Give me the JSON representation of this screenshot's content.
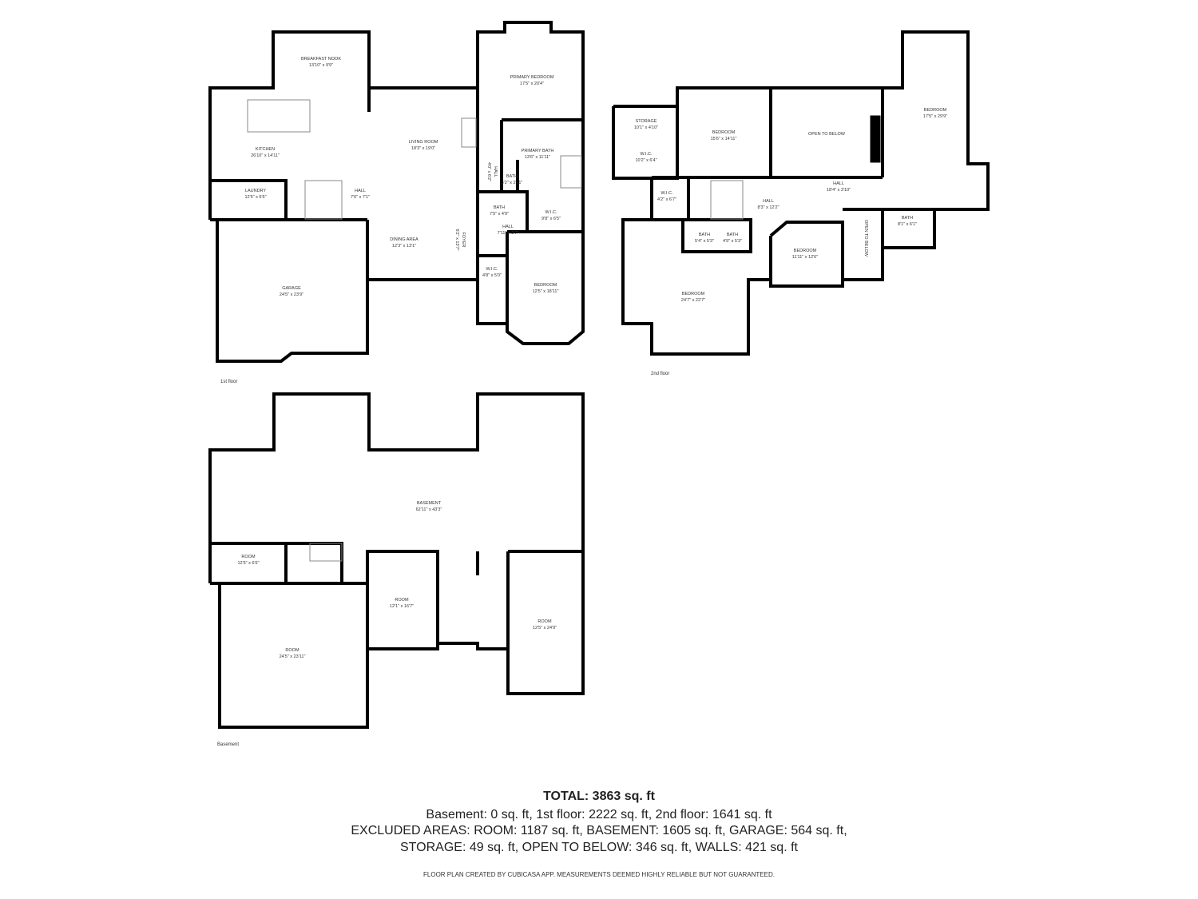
{
  "floors": [
    {
      "name": "1st floor",
      "rooms": [
        {
          "name": "BREAKFAST NOOK",
          "dims": "13'10\" x 9'9\""
        },
        {
          "name": "KITCHEN",
          "dims": "26'10\" x 14'11\""
        },
        {
          "name": "LAUNDRY",
          "dims": "12'5\" x 6'6\""
        },
        {
          "name": "HALL",
          "dims": "7'6\" x 7'1\""
        },
        {
          "name": "LIVING ROOM",
          "dims": "18'3\" x 19'0\""
        },
        {
          "name": "DINING AREA",
          "dims": "12'3\" x 13'1\""
        },
        {
          "name": "FOYER",
          "dims": "6'2\" x 13'7\""
        },
        {
          "name": "HALL",
          "dims": "4'0\" x 6'2\""
        },
        {
          "name": "PRIMARY BEDROOM",
          "dims": "17'5\" x 20'4\""
        },
        {
          "name": "PRIMARY BATH",
          "dims": "13'6\" x 11'11\""
        },
        {
          "name": "BATH",
          "dims": "3'2\" x 2'11\""
        },
        {
          "name": "BATH",
          "dims": "7'5\" x 4'9\""
        },
        {
          "name": "W.I.C.",
          "dims": "9'8\" x 6'5\""
        },
        {
          "name": "HALL",
          "dims": "7'11\" x 3'7\""
        },
        {
          "name": "W.I.C.",
          "dims": "4'8\" x 5'0\""
        },
        {
          "name": "BEDROOM",
          "dims": "12'5\" x 18'11\""
        },
        {
          "name": "GARAGE",
          "dims": "24'5\" x 23'9\""
        }
      ]
    },
    {
      "name": "2nd floor",
      "rooms": [
        {
          "name": "STORAGE",
          "dims": "10'1\" x 4'10\""
        },
        {
          "name": "W.I.C.",
          "dims": "10'2\" x 6'4\""
        },
        {
          "name": "BEDROOM",
          "dims": "15'6\" x 14'11\""
        },
        {
          "name": "OPEN TO BELOW",
          "dims": ""
        },
        {
          "name": "BEDROOM",
          "dims": "17'5\" x 29'9\""
        },
        {
          "name": "HALL",
          "dims": "18'4\" x 3'10\""
        },
        {
          "name": "W.I.C.",
          "dims": "4'2\" x 6'7\""
        },
        {
          "name": "HALL",
          "dims": "8'3\" x 12'2\""
        },
        {
          "name": "BATH",
          "dims": "5'4\" x 5'3\""
        },
        {
          "name": "BATH",
          "dims": "4'9\" x 5'3\""
        },
        {
          "name": "BEDROOM",
          "dims": "11'11\" x 12'6\""
        },
        {
          "name": "OPEN TO BELOW",
          "dims": ""
        },
        {
          "name": "BATH",
          "dims": "8'1\" x 6'1\""
        },
        {
          "name": "BEDROOM",
          "dims": "24'7\" x 22'7\""
        }
      ]
    },
    {
      "name": "Basement",
      "rooms": [
        {
          "name": "BASEMENT",
          "dims": "62'11\" x 43'3\""
        },
        {
          "name": "ROOM",
          "dims": "12'5\" x 6'6\""
        },
        {
          "name": "ROOM",
          "dims": "12'1\" x 16'7\""
        },
        {
          "name": "ROOM",
          "dims": "12'5\" x 24'9\""
        },
        {
          "name": "ROOM",
          "dims": "24'5\" x 23'11\""
        }
      ]
    }
  ],
  "summary": {
    "total": "TOTAL: 3863 sq. ft",
    "line1": "Basement: 0 sq. ft, 1st floor: 2222 sq. ft, 2nd floor: 1641 sq. ft",
    "line2": "EXCLUDED AREAS: ROOM: 1187 sq. ft, BASEMENT: 1605 sq. ft, GARAGE: 564 sq. ft,",
    "line3": "STORAGE: 49 sq. ft, OPEN TO BELOW: 346 sq. ft, WALLS: 421 sq. ft",
    "footer": "FLOOR PLAN CREATED BY CUBICASA APP. MEASUREMENTS DEEMED HIGHLY RELIABLE BUT NOT GUARANTEED."
  },
  "colors": {
    "wall": "#000000",
    "text": "#222222"
  }
}
